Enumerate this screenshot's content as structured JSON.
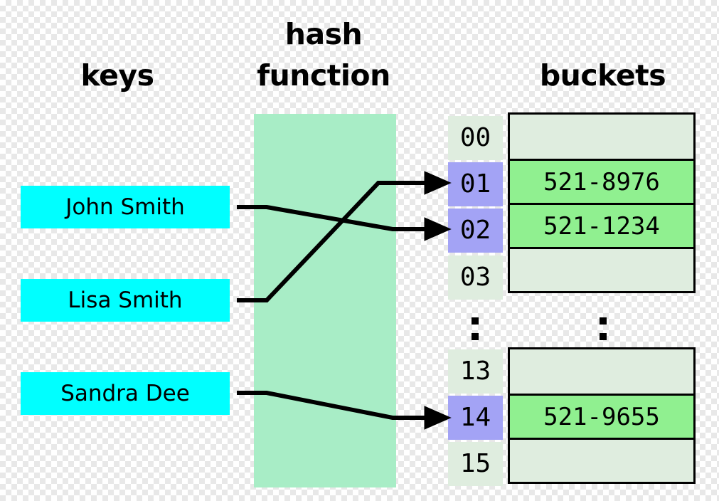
{
  "headings": {
    "keys": "keys",
    "hash": "hash",
    "function": "function",
    "buckets": "buckets"
  },
  "keys": [
    {
      "label": "John Smith",
      "maps_to": "02"
    },
    {
      "label": "Lisa Smith",
      "maps_to": "01"
    },
    {
      "label": "Sandra Dee",
      "maps_to": "14"
    }
  ],
  "indices": {
    "top": [
      {
        "label": "00",
        "state": "empty"
      },
      {
        "label": "01",
        "state": "active"
      },
      {
        "label": "02",
        "state": "active"
      },
      {
        "label": "03",
        "state": "empty"
      }
    ],
    "bottom": [
      {
        "label": "13",
        "state": "empty"
      },
      {
        "label": "14",
        "state": "active"
      },
      {
        "label": "15",
        "state": "empty"
      }
    ]
  },
  "buckets": {
    "top": [
      {
        "value": "",
        "filled": false
      },
      {
        "value": "521-8976",
        "filled": true
      },
      {
        "value": "521-1234",
        "filled": true
      },
      {
        "value": "",
        "filled": false
      }
    ],
    "bottom": [
      {
        "value": "",
        "filled": false
      },
      {
        "value": "521-9655",
        "filled": true
      },
      {
        "value": "",
        "filled": false
      }
    ]
  },
  "ellipsis": {
    "index_column": "⋮",
    "bucket_column": "⋮"
  },
  "colors": {
    "key_box": "#00ffff",
    "hash_slab": "#a8edc6",
    "index_empty": "#dfeddf",
    "index_active": "#a3a3f5",
    "bucket_empty": "#dfeddf",
    "bucket_filled": "#90f090",
    "outline": "#000000",
    "text": "#000000"
  }
}
